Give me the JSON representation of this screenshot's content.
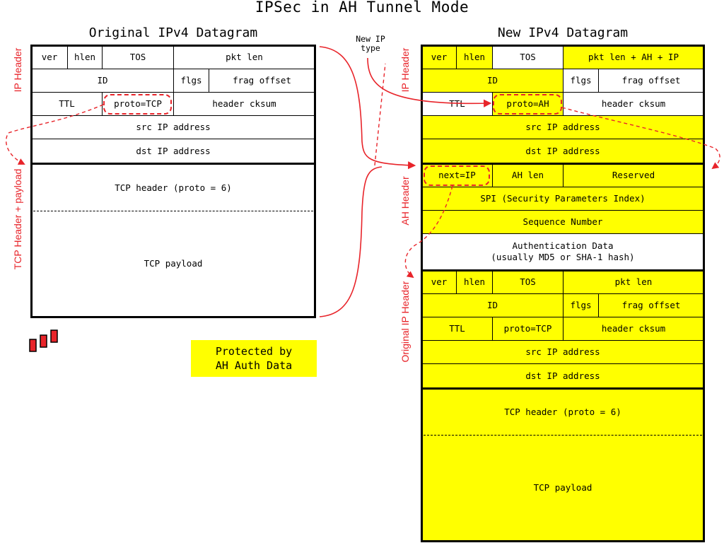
{
  "title": "IPSec in AH Tunnel Mode",
  "original": {
    "heading": "Original IPv4 Datagram",
    "cells": {
      "ver": "ver",
      "hlen": "hlen",
      "tos": "TOS",
      "pkt_len": "pkt len",
      "id": "ID",
      "flgs": "flgs",
      "frag_offset": "frag offset",
      "ttl": "TTL",
      "proto": "proto=TCP",
      "header_cksum": "header cksum",
      "src": "src IP address",
      "dst": "dst IP address",
      "tcp_header": "TCP header (proto = 6)",
      "tcp_payload": "TCP payload"
    },
    "labels": {
      "ip_header": "IP Header",
      "tcp_section": "TCP Header + payload"
    }
  },
  "new": {
    "heading": "New IPv4 Datagram",
    "ip": {
      "ver": "ver",
      "hlen": "hlen",
      "tos": "TOS",
      "pkt_len": "pkt len + AH + IP",
      "id": "ID",
      "flgs": "flgs",
      "frag_offset": "frag offset",
      "ttl": "TTL",
      "proto": "proto=AH",
      "header_cksum": "header cksum",
      "src": "src IP address",
      "dst": "dst IP address"
    },
    "ah": {
      "next": "next=IP",
      "ah_len": "AH len",
      "reserved": "Reserved",
      "spi": "SPI (Security Parameters Index)",
      "seq": "Sequence Number",
      "auth": "Authentication Data\n(usually MD5 or SHA-1 hash)"
    },
    "orig_ip": {
      "ver": "ver",
      "hlen": "hlen",
      "tos": "TOS",
      "pkt_len": "pkt len",
      "id": "ID",
      "flgs": "flgs",
      "frag_offset": "frag offset",
      "ttl": "TTL",
      "proto": "proto=TCP",
      "header_cksum": "header cksum",
      "src": "src IP address",
      "dst": "dst IP address"
    },
    "tcp_header": "TCP header (proto = 6)",
    "tcp_payload": "TCP payload",
    "labels": {
      "ip_header": "IP Header",
      "ah_header": "AH Header",
      "orig_ip_header": "Original IP Header"
    }
  },
  "annotation": {
    "new_ip_type": "New IP\ntype"
  },
  "legend": {
    "text": "Protected by\nAH Auth Data"
  },
  "colors": {
    "protected": "#ffff00",
    "annotation": "#e8242a",
    "border": "#000000"
  }
}
